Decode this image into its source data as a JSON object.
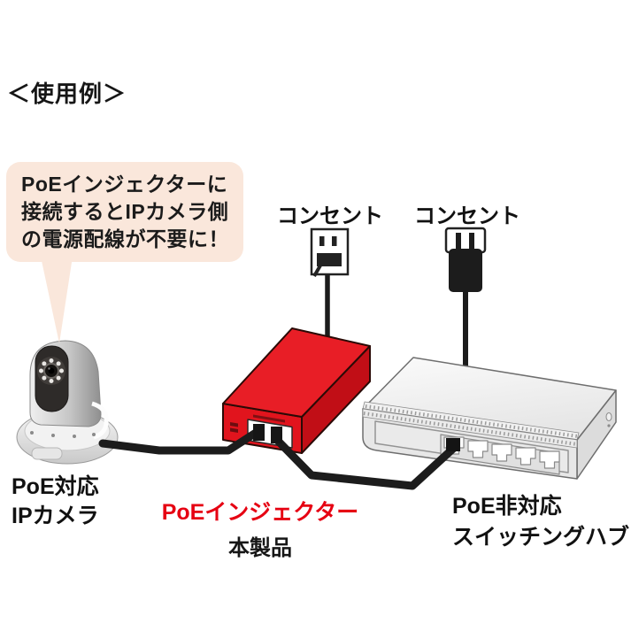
{
  "title": "＜使用例＞",
  "callout": {
    "lines": [
      "PoEインジェクターに",
      "接続するとIPカメラ側",
      "の電源配線が不要に！"
    ]
  },
  "labels": {
    "outlet_left": "コンセント",
    "outlet_right": "コンセント",
    "camera": [
      "PoE対応",
      "IPカメラ"
    ],
    "injector_name": "PoEインジェクター",
    "injector_sub": "本製品",
    "hub": [
      "PoE非対応",
      "スイッチングハブ"
    ]
  },
  "colors": {
    "bubble_bg": "#fae7db",
    "injector_red": "#e1141d",
    "injector_top": "#e81e26",
    "injector_side": "#c10e16",
    "label_red": "#e60012",
    "cable": "#1c1c1c"
  }
}
